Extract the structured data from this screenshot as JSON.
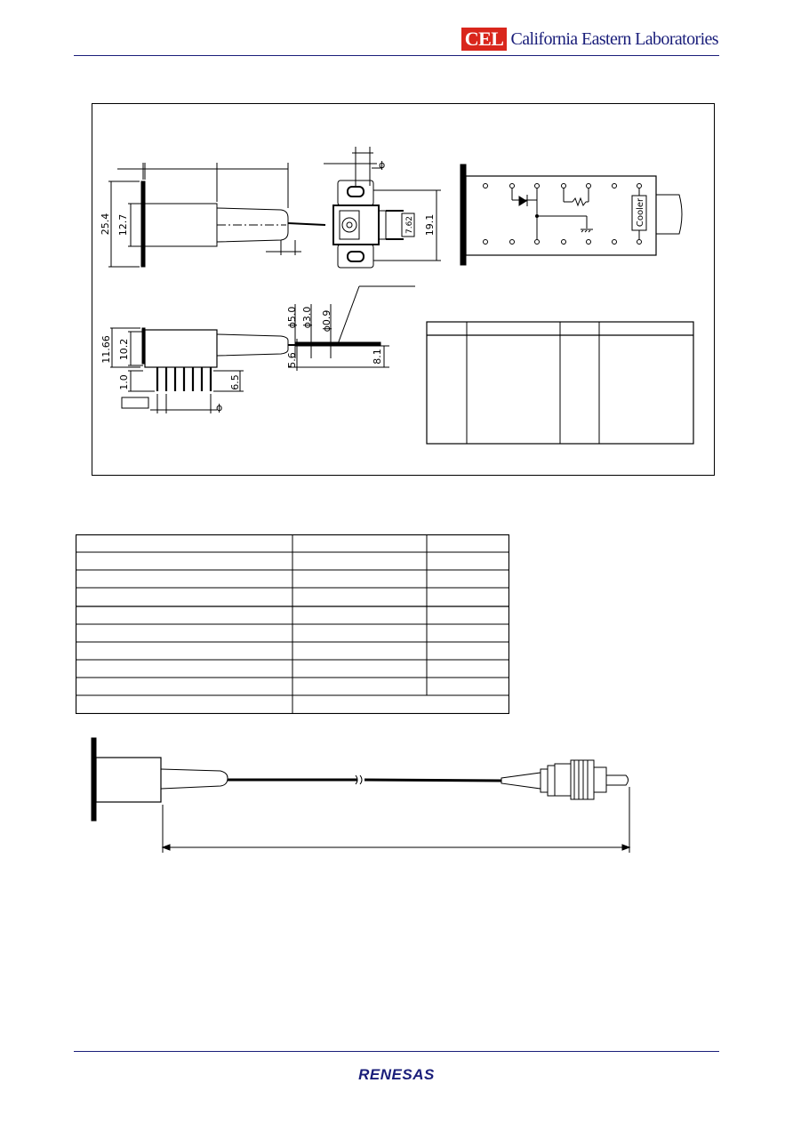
{
  "header": {
    "badge": "CEL",
    "company": "California Eastern Laboratories"
  },
  "drawing": {
    "dim_25_4": "25.4",
    "dim_12_7": "12.7",
    "dim_19_1": "19.1",
    "dim_7_62": "7.62",
    "dim_11_66": "11.66",
    "dim_10_2": "10.2",
    "dim_1_0": "1.0",
    "dim_5_6": "5.6",
    "dim_6_5": "6.5",
    "dim_8_1": "8.1",
    "dia_5_0": "ϕ5.0",
    "dia_3_0": "ϕ3.0",
    "dia_0_9": "ϕ0.9",
    "phi": "ϕ",
    "cooler": "Cooler"
  },
  "footer": {
    "brand": "RENESAS"
  },
  "colors": {
    "brand_blue": "#1a1e7a",
    "brand_red": "#d9261c"
  }
}
